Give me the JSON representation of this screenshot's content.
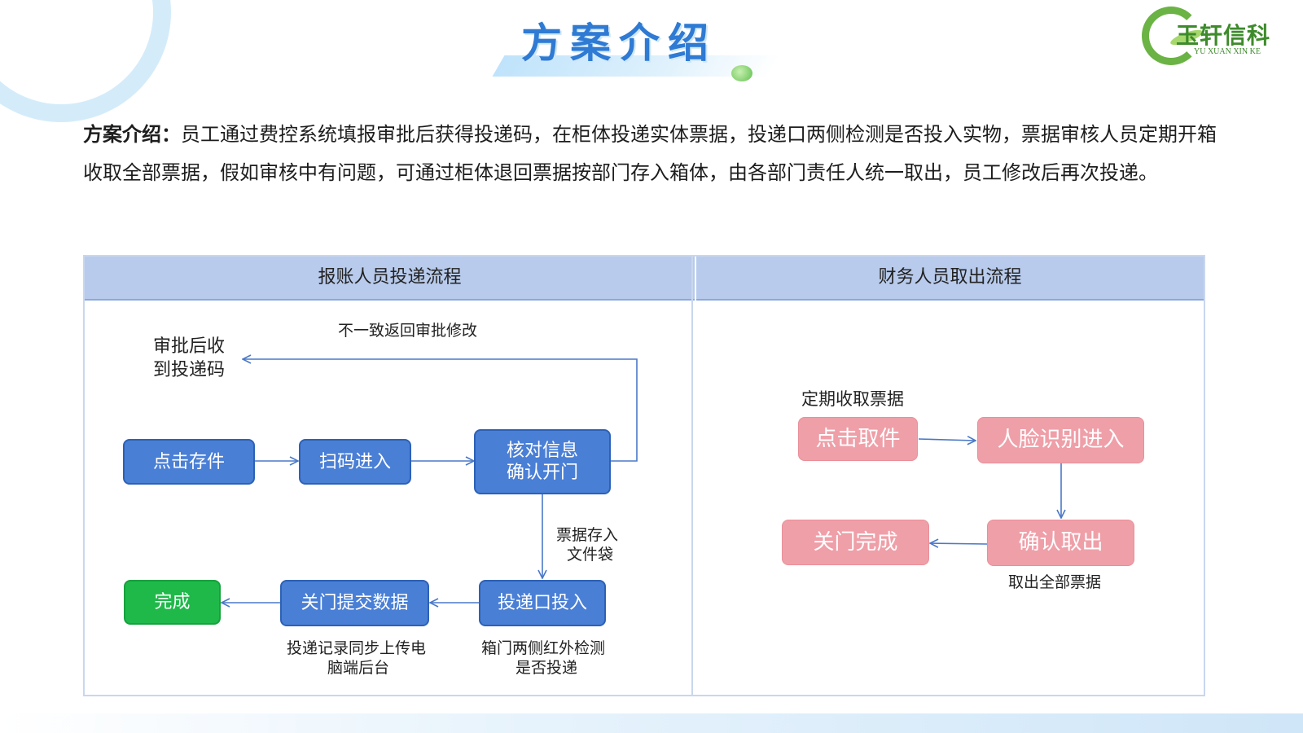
{
  "header": {
    "title": "方案介绍",
    "logo_name": "玉轩信科",
    "logo_sub": "YU XUAN XIN KE"
  },
  "intro": {
    "label": "方案介绍：",
    "text": "员工通过费控系统填报审批后获得投递码，在柜体投递实体票据，投递口两侧检测是否投入实物，票据审核人员定期开箱收取全部票据，假如审核中有问题，可通过柜体退回票据按部门存入箱体，由各部门责任人统一取出，员工修改后再次投递。"
  },
  "table": {
    "left_header": "报账人员投递流程",
    "right_header": "财务人员取出流程"
  },
  "left_flow": {
    "return_label": "不一致返回审批修改",
    "start_label_1": "审批后收",
    "start_label_2": "到投递码",
    "click_store": "点击存件",
    "scan_enter": "扫码进入",
    "verify_line1": "核对信息",
    "verify_line2": "确认开门",
    "bag_label_1": "票据存入",
    "bag_label_2": "文件袋",
    "drop_in": "投递口投入",
    "close_submit": "关门提交数据",
    "done": "完成",
    "sync_label_1": "投递记录同步上传电",
    "sync_label_2": "脑端后台",
    "ir_label_1": "箱门两侧红外检测",
    "ir_label_2": "是否投递"
  },
  "right_flow": {
    "periodic_label": "定期收取票据",
    "click_pickup": "点击取件",
    "face_enter": "人脸识别进入",
    "confirm_pickup": "确认取出",
    "close_done": "关门完成",
    "all_label": "取出全部票据"
  },
  "colors": {
    "blue_box": "#4a7fd6",
    "green_box": "#1fb94a",
    "pink_box": "#ef9fa8",
    "header_band": "#b8cbec",
    "arrow": "#4a78c8"
  }
}
